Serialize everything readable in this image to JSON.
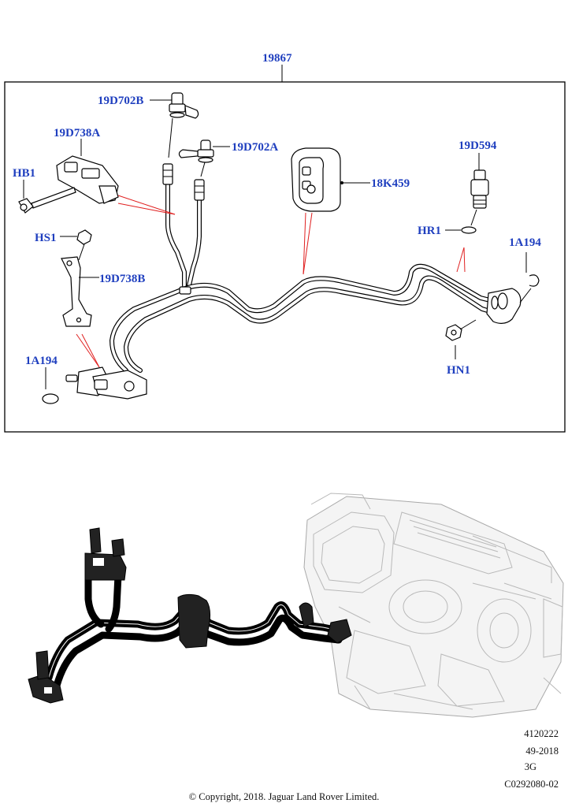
{
  "diagram": {
    "callouts": {
      "assembly": "19867",
      "c19D702B": "19D702B",
      "c19D738A": "19D738A",
      "c19D702A": "19D702A",
      "cHB1": "HB1",
      "c18K459": "18K459",
      "c19D594": "19D594",
      "cHR1": "HR1",
      "cHS1": "HS1",
      "c19D738B": "19D738B",
      "c1A194_right": "1A194",
      "c1A194_left": "1A194",
      "cHN1": "HN1"
    },
    "colors": {
      "callout": "#1f3fbf",
      "leader_red": "#e02020",
      "frame": "#000000"
    }
  },
  "footer": {
    "line1": "4120222",
    "line2": "49-2018",
    "line3": "3G",
    "line4": "C0292080-02",
    "copyright": "© Copyright, 2018. Jaguar Land Rover Limited."
  }
}
